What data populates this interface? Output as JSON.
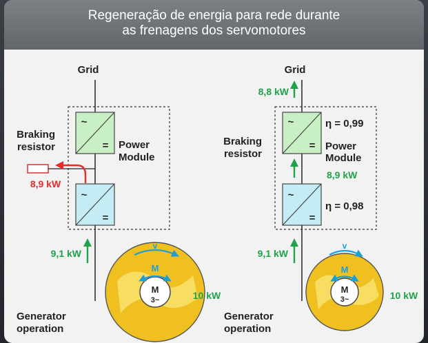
{
  "header": {
    "title_line1": "Regeneração de energia para rede durante",
    "title_line2": "as frenagens dos servomotores"
  },
  "left": {
    "grid_label": "Grid",
    "braking_line1": "Braking",
    "braking_line2": "resistor",
    "power_line1": "Power",
    "power_line2": "Module",
    "resistor_power": "8,9 kW",
    "motor_output": "9,1 kW",
    "motor_power": "10 kW",
    "generator_line1": "Generator",
    "generator_line2": "operation",
    "conv_ac": "~",
    "conv_dc": "=",
    "velocity": "v",
    "moment": "M",
    "motor_m": "M",
    "motor_phase": "3~"
  },
  "right": {
    "grid_label": "Grid",
    "grid_power": "8,8 kW",
    "braking_line1": "Braking",
    "braking_line2": "resistor",
    "power_line1": "Power",
    "power_line2": "Module",
    "eta_top": "η = 0,99",
    "eta_bottom": "η = 0,98",
    "dc_power": "8,9 kW",
    "motor_output": "9,1 kW",
    "motor_power": "10 kW",
    "generator_line1": "Generator",
    "generator_line2": "operation",
    "conv_ac": "~",
    "conv_dc": "=",
    "velocity": "v",
    "moment": "M",
    "motor_m": "M",
    "motor_phase": "3~"
  },
  "colors": {
    "green_text": "#1fa24a",
    "red_text": "#e22d2d",
    "blue_arrow": "#1a9fd9",
    "upper_converter": "#c8f0c4",
    "lower_converter": "#c4ecf4",
    "motor_ring": "#f0c020"
  }
}
